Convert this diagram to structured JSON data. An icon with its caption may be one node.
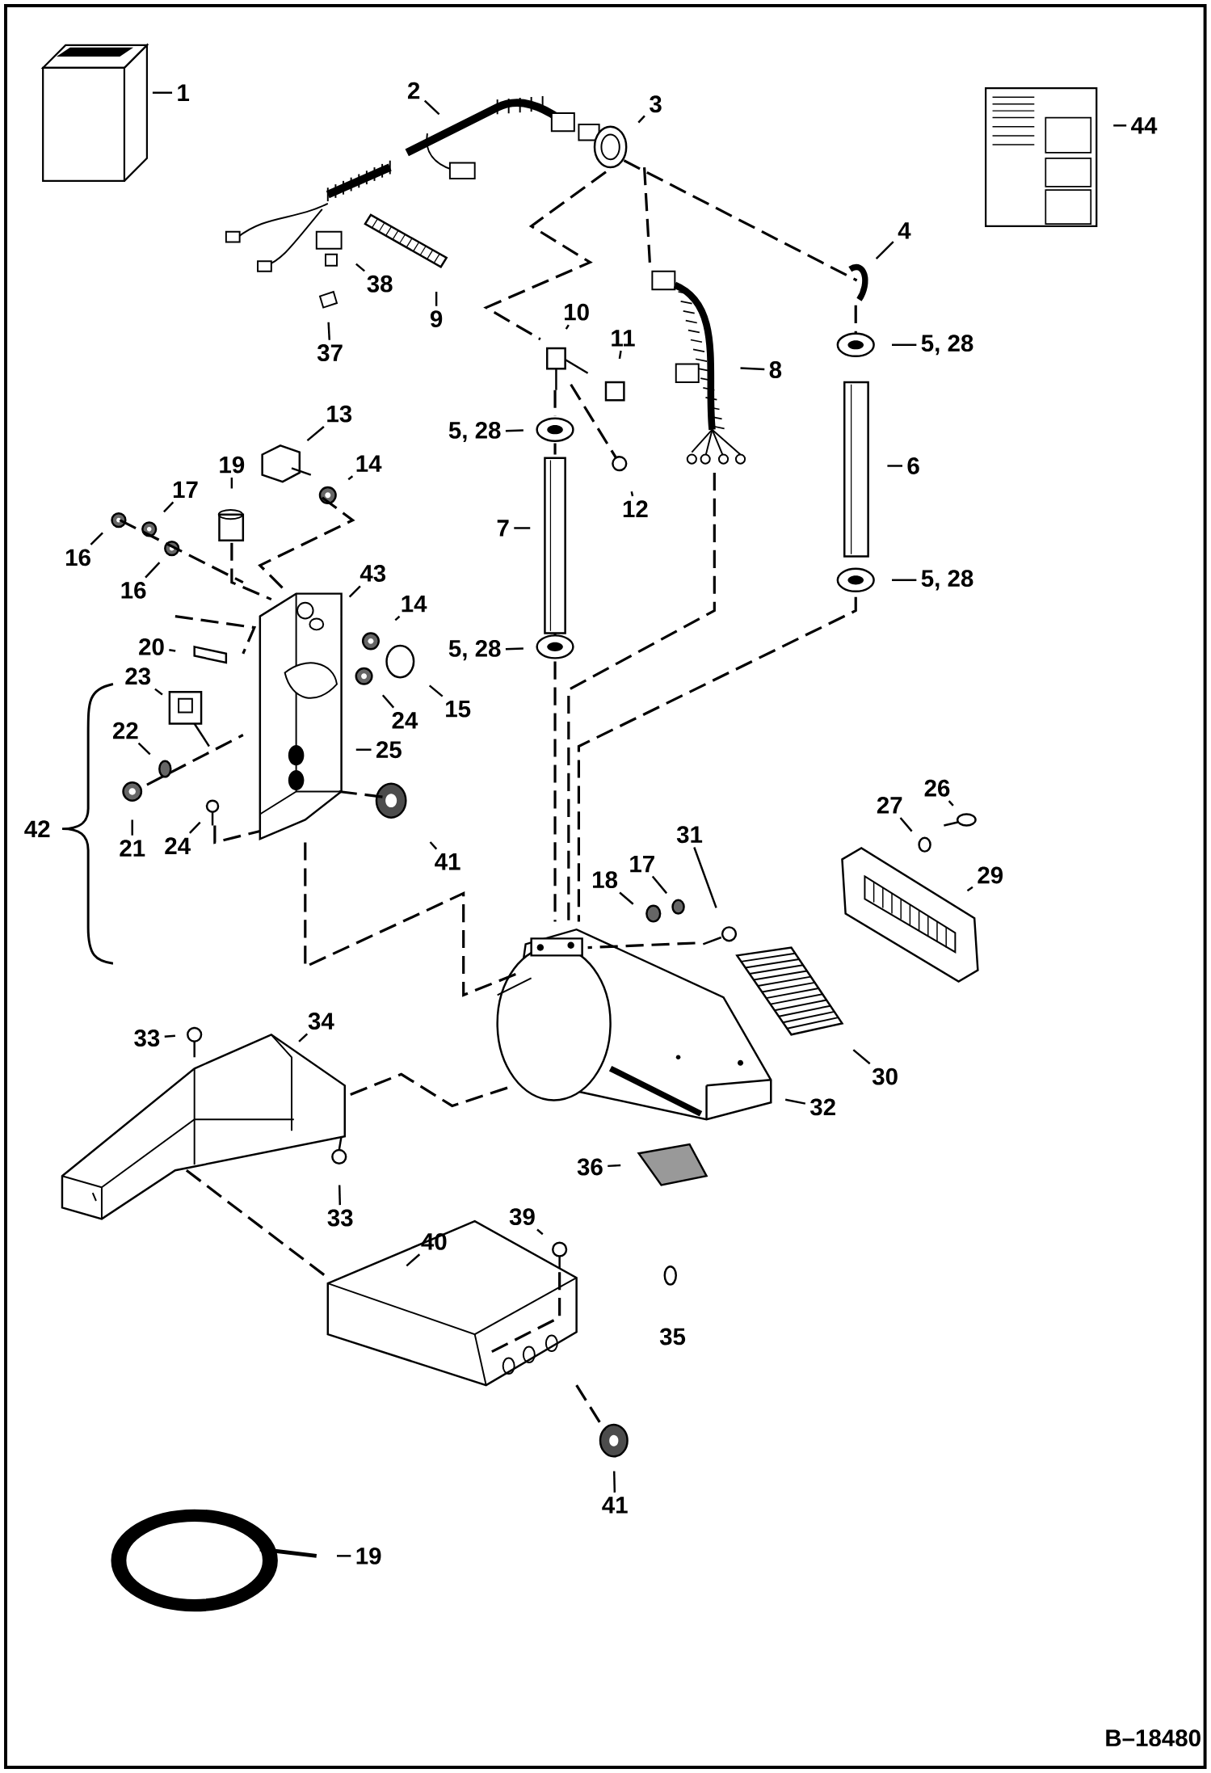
{
  "diagram": {
    "nodes": [
      {
        "text": [
          "1"
        ]
      },
      {
        "text": [
          "2"
        ]
      },
      {
        "text": [
          "3"
        ]
      },
      {
        "text": [
          "44"
        ]
      },
      {
        "text": [
          "4"
        ]
      },
      {
        "text": [
          "38"
        ]
      },
      {
        "text": [
          "9"
        ]
      },
      {
        "text": [
          "37"
        ]
      },
      {
        "text": [
          "10"
        ]
      },
      {
        "text": [
          "11"
        ]
      },
      {
        "text": [
          "5, 28"
        ]
      },
      {
        "text": [
          "8"
        ]
      },
      {
        "text": [
          "13"
        ]
      },
      {
        "text": [
          "5, 28"
        ]
      },
      {
        "text": [
          "19"
        ]
      },
      {
        "text": [
          "14"
        ]
      },
      {
        "text": [
          "6"
        ]
      },
      {
        "text": [
          "17"
        ]
      },
      {
        "text": [
          "12"
        ]
      },
      {
        "text": [
          "7"
        ]
      },
      {
        "text": [
          "16"
        ]
      },
      {
        "text": [
          "16"
        ]
      },
      {
        "text": [
          "43"
        ]
      },
      {
        "text": [
          "5, 28"
        ]
      },
      {
        "text": [
          "14"
        ]
      },
      {
        "text": [
          "20"
        ]
      },
      {
        "text": [
          "5, 28"
        ]
      },
      {
        "text": [
          "23"
        ]
      },
      {
        "text": [
          "15"
        ]
      },
      {
        "text": [
          "24"
        ]
      },
      {
        "text": [
          "22"
        ]
      },
      {
        "text": [
          "25"
        ]
      },
      {
        "text": [
          "26"
        ]
      },
      {
        "text": [
          "27"
        ]
      },
      {
        "text": [
          "31"
        ]
      },
      {
        "text": [
          "21"
        ]
      },
      {
        "text": [
          "24"
        ]
      },
      {
        "text": [
          "41"
        ]
      },
      {
        "text": [
          "18"
        ]
      },
      {
        "text": [
          "17"
        ]
      },
      {
        "text": [
          "29"
        ]
      },
      {
        "text": [
          "33"
        ]
      },
      {
        "text": [
          "34"
        ]
      },
      {
        "text": [
          "30"
        ]
      },
      {
        "text": [
          "32"
        ]
      },
      {
        "text": [
          "36"
        ]
      },
      {
        "text": [
          "33"
        ]
      },
      {
        "text": [
          "39"
        ]
      },
      {
        "text": [
          "40"
        ]
      },
      {
        "text": [
          "41"
        ]
      },
      {
        "text": [
          "19"
        ]
      }
    ],
    "edges": [
      {
        "from": 0,
        "to": null,
        "arrow": "none"
      },
      {
        "from": 1,
        "to": null,
        "arrow": "none"
      },
      {
        "from": 2,
        "to": null,
        "arrow": "none"
      },
      {
        "from": 3,
        "to": null,
        "arrow": "none"
      },
      {
        "from": 4,
        "to": null,
        "arrow": "none"
      },
      {
        "from": 5,
        "to": null,
        "arrow": "none"
      },
      {
        "from": 6,
        "to": null,
        "arrow": "none"
      },
      {
        "from": 7,
        "to": null,
        "arrow": "none"
      },
      {
        "from": 8,
        "to": null,
        "arrow": "none"
      },
      {
        "from": 9,
        "to": null,
        "arrow": "none"
      },
      {
        "from": 10,
        "to": null,
        "arrow": "none"
      },
      {
        "from": 11,
        "to": null,
        "arrow": "none"
      },
      {
        "from": 12,
        "to": null,
        "arrow": "none"
      },
      {
        "from": 13,
        "to": null,
        "arrow": "none"
      },
      {
        "from": 14,
        "to": null,
        "arrow": "none"
      },
      {
        "from": 15,
        "to": null,
        "arrow": "none"
      },
      {
        "from": 16,
        "to": null,
        "arrow": "none"
      },
      {
        "from": 17,
        "to": null,
        "arrow": "none"
      },
      {
        "from": 18,
        "to": null,
        "arrow": "none"
      },
      {
        "from": 19,
        "to": null,
        "arrow": "none"
      },
      {
        "from": 20,
        "to": null,
        "arrow": "none"
      },
      {
        "from": 21,
        "to": null,
        "arrow": "none"
      },
      {
        "from": 22,
        "to": null,
        "arrow": "none"
      },
      {
        "from": 23,
        "to": null,
        "arrow": "none"
      },
      {
        "from": 24,
        "to": null,
        "arrow": "none"
      },
      {
        "from": 25,
        "to": null,
        "arrow": "none"
      },
      {
        "from": 26,
        "to": null,
        "arrow": "none"
      },
      {
        "from": 27,
        "to": null,
        "arrow": "none"
      },
      {
        "from": 28,
        "to": null,
        "arrow": "none"
      },
      {
        "from": 29,
        "to": null,
        "arrow": "none"
      },
      {
        "from": 30,
        "to": null,
        "arrow": "none"
      },
      {
        "from": 31,
        "to": null,
        "arrow": "none"
      },
      {
        "from": 32,
        "to": null,
        "arrow": "none"
      },
      {
        "from": 33,
        "to": null,
        "arrow": "none"
      },
      {
        "from": 34,
        "to": null,
        "arrow": "none"
      },
      {
        "from": 35,
        "to": null,
        "arrow": "none"
      },
      {
        "from": 36,
        "to": null,
        "arrow": "none"
      },
      {
        "from": 37,
        "to": null,
        "arrow": "none"
      },
      {
        "from": 38,
        "to": null,
        "arrow": "none"
      },
      {
        "from": 39,
        "to": null,
        "arrow": "none"
      },
      {
        "from": 40,
        "to": null,
        "arrow": "none"
      },
      {
        "from": 41,
        "to": null,
        "arrow": "none"
      },
      {
        "from": 42,
        "to": null,
        "arrow": "none"
      },
      {
        "from": 43,
        "to": null,
        "arrow": "none"
      },
      {
        "from": 44,
        "to": null,
        "arrow": "none"
      },
      {
        "from": 45,
        "to": null,
        "arrow": "none"
      },
      {
        "from": 46,
        "to": null,
        "arrow": "none"
      },
      {
        "from": 47,
        "to": null,
        "arrow": "none"
      },
      {
        "from": 48,
        "to": null,
        "arrow": "none"
      },
      {
        "from": 49,
        "to": null,
        "arrow": "none"
      },
      {
        "from": 50,
        "to": null,
        "arrow": "none"
      }
    ],
    "labels": [
      "42",
      "35",
      "B–18480"
    ]
  }
}
